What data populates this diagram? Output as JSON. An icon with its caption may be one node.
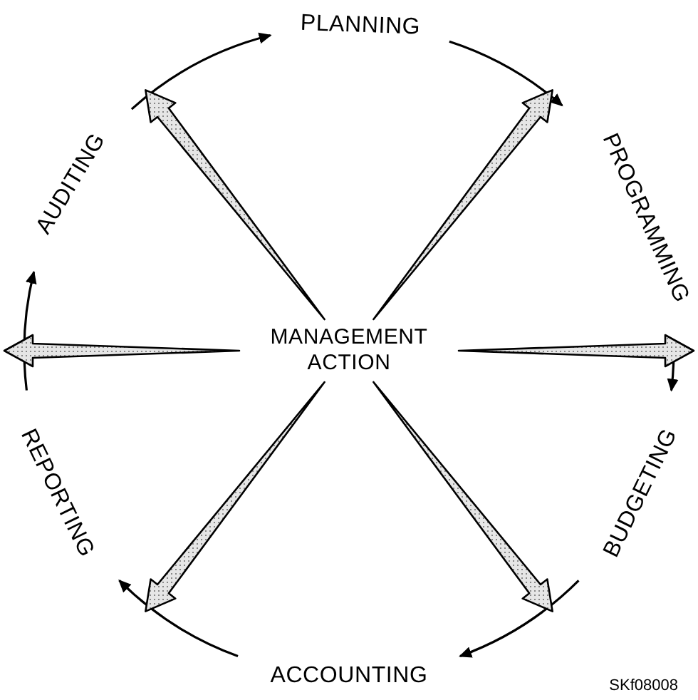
{
  "diagram": {
    "nodes": [
      {
        "text": [
          "MANAGEMENT ACTION"
        ]
      },
      {
        "text": [
          "PLANNING"
        ]
      },
      {
        "text": [
          "PROGRAMMING"
        ]
      },
      {
        "text": [
          "BUDGETING"
        ]
      },
      {
        "text": [
          "ACCOUNTING"
        ]
      },
      {
        "text": [
          "REPORTING"
        ]
      },
      {
        "text": [
          "AUDITING"
        ]
      }
    ],
    "edges": [
      {
        "from": 6,
        "to": 1,
        "arrow": "to"
      },
      {
        "from": 1,
        "to": 2,
        "arrow": "to"
      },
      {
        "from": 2,
        "to": 3,
        "arrow": "to"
      },
      {
        "from": 3,
        "to": 4,
        "arrow": "to"
      },
      {
        "from": 4,
        "to": 5,
        "arrow": "to"
      },
      {
        "from": 5,
        "to": 6,
        "arrow": "to"
      },
      {
        "from": 0,
        "to": null,
        "arrow": "to",
        "style": "thick"
      },
      {
        "from": 0,
        "to": null,
        "arrow": "to",
        "style": "thick"
      },
      {
        "from": 0,
        "to": null,
        "arrow": "to",
        "style": "thick"
      },
      {
        "from": 0,
        "to": null,
        "arrow": "to",
        "style": "thick"
      },
      {
        "from": 0,
        "to": null,
        "arrow": "to",
        "style": "thick"
      },
      {
        "from": 0,
        "to": null,
        "arrow": "to",
        "style": "thick"
      }
    ],
    "labels": [
      "SKf08008"
    ]
  }
}
